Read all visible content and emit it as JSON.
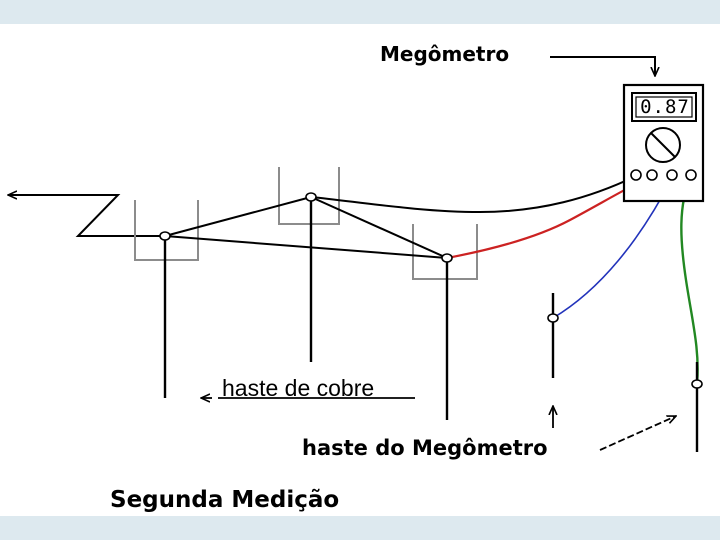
{
  "labels": {
    "megometro": "Megômetro",
    "haste_de_cobre": "haste de cobre",
    "haste_do_megometro": "haste do Megômetro",
    "title": "Segunda Medição"
  },
  "meter": {
    "reading": "0.87"
  },
  "colors": {
    "background_band": "#dde9ef",
    "wire_black": "#000000",
    "wire_red": "#cc2222",
    "wire_blue": "#2233bb",
    "wire_green": "#228822",
    "pit_gray": "#8c8c8c"
  }
}
